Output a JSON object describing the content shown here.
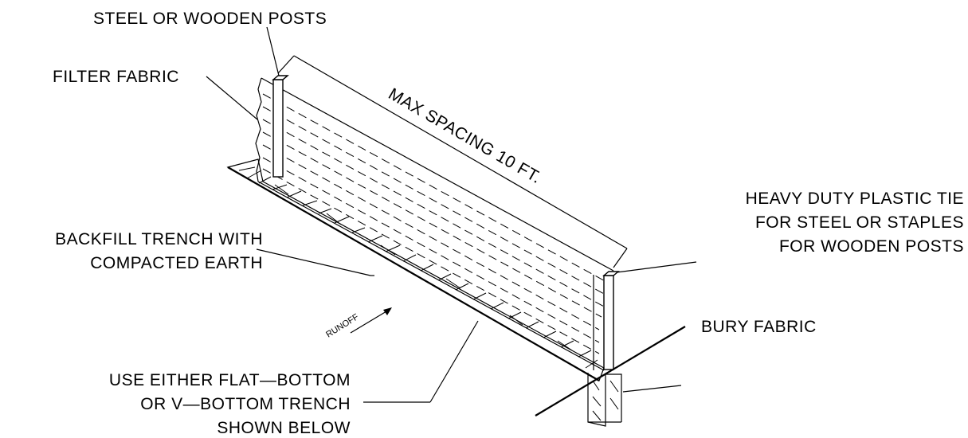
{
  "labels": {
    "posts": "STEEL OR WOODEN POSTS",
    "filter_fabric": "FILTER FABRIC",
    "spacing": "MAX SPACING 10 FT.",
    "tie_line1": "HEAVY DUTY PLASTIC TIE",
    "tie_line2": "FOR STEEL OR STAPLES",
    "tie_line3": "FOR WOODEN POSTS",
    "backfill_line1": "BACKFILL TRENCH WITH",
    "backfill_line2": "COMPACTED EARTH",
    "runoff": "RUNOFF",
    "bury": "BURY FABRIC",
    "trench_line1": "USE EITHER FLAT—BOTTOM",
    "trench_line2": "OR V—BOTTOM TRENCH",
    "trench_line3": "SHOWN BELOW"
  }
}
